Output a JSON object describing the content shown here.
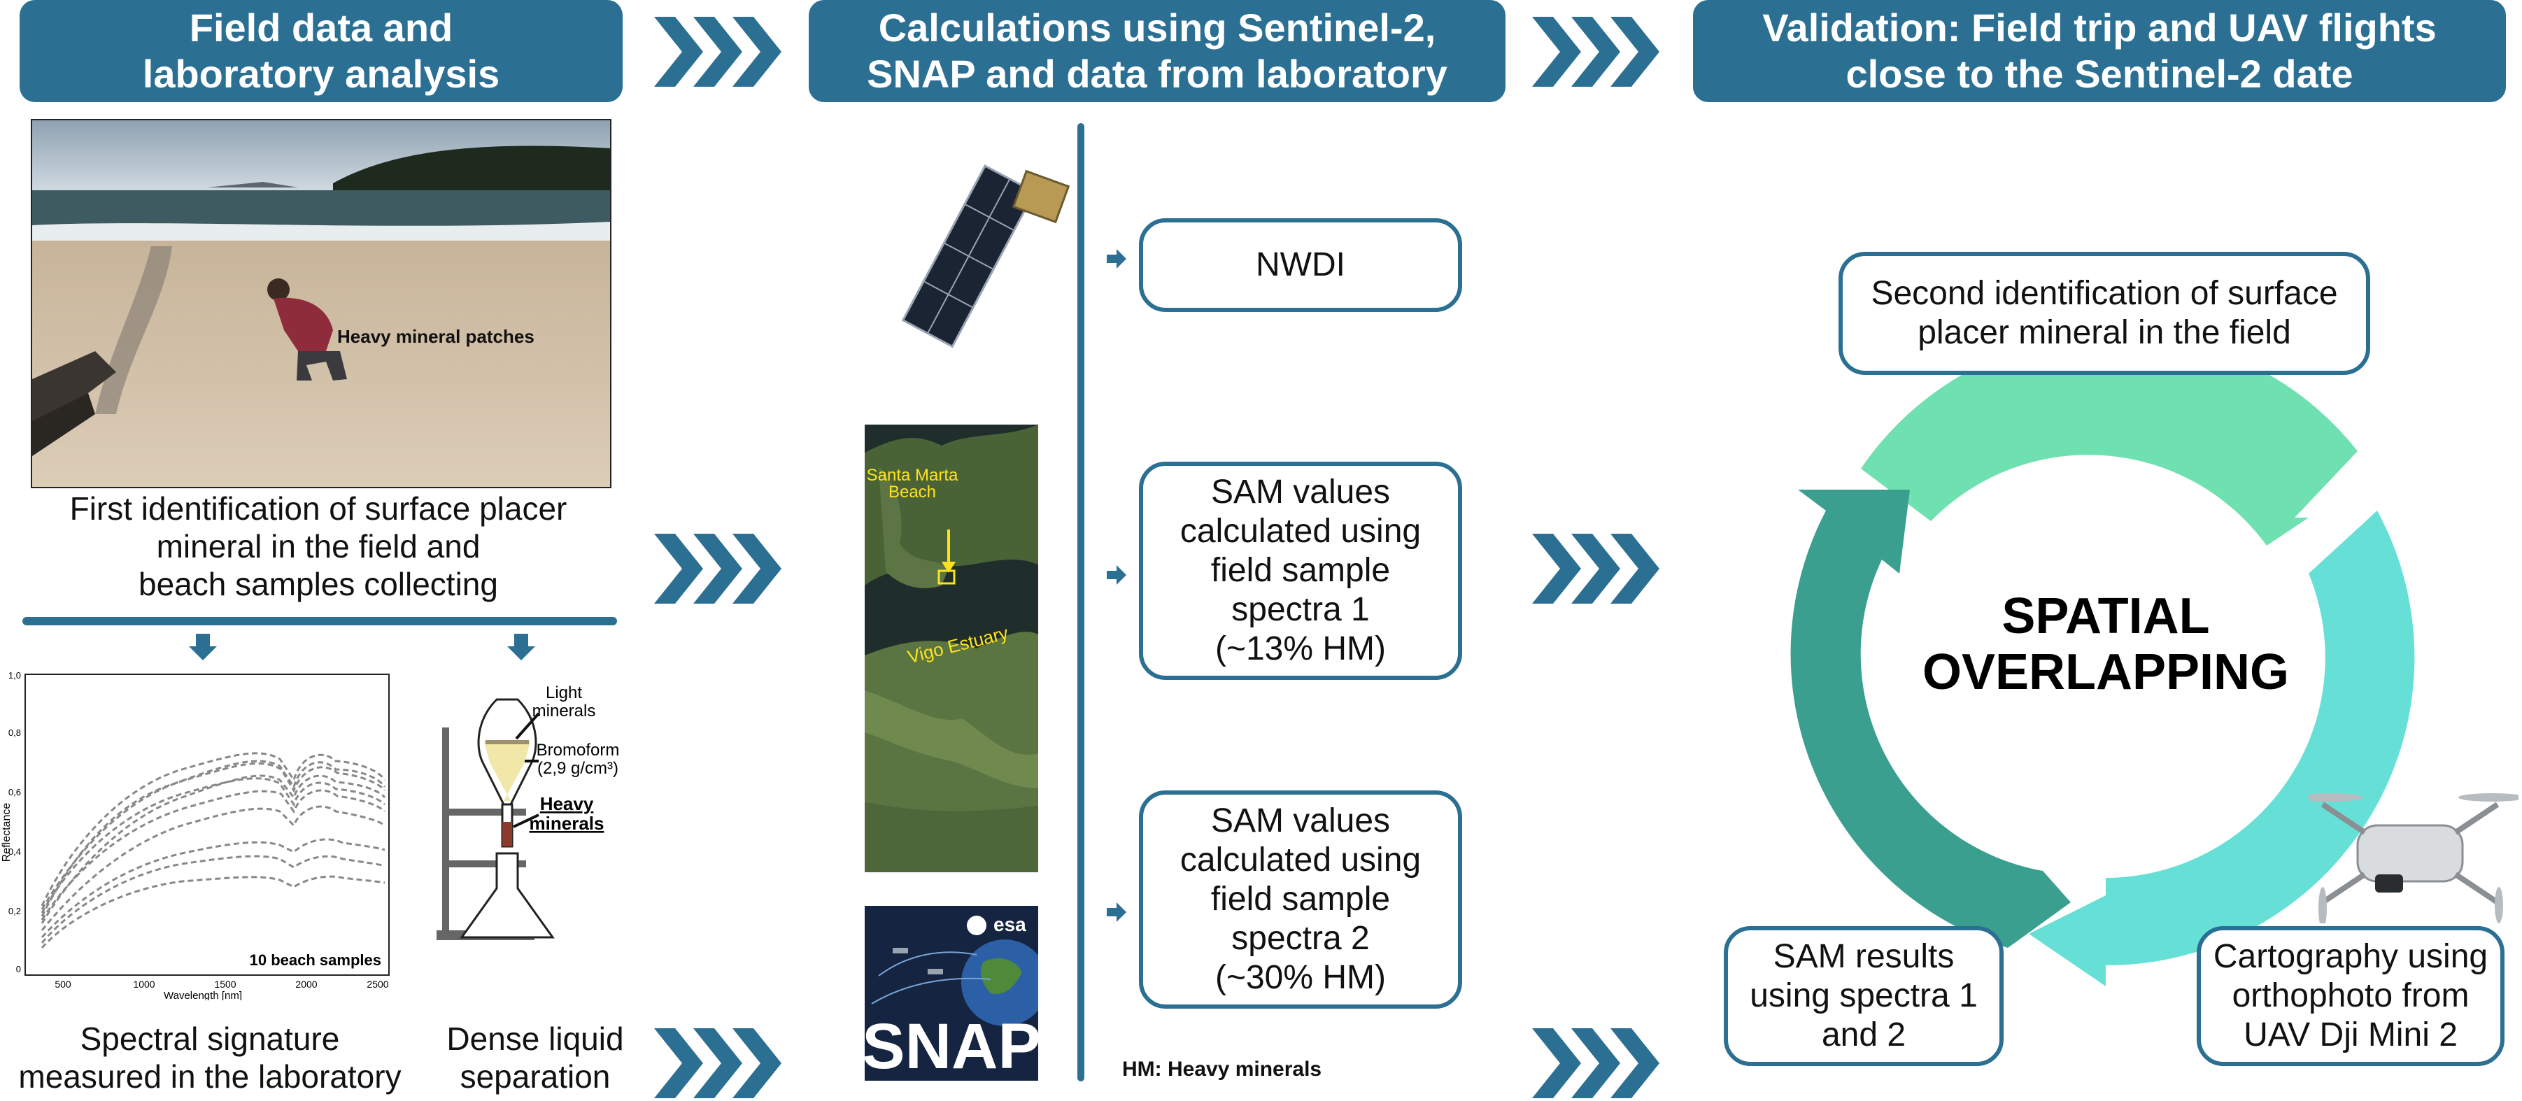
{
  "headers": {
    "col1": [
      "Field data and",
      "laboratory analysis"
    ],
    "col2": [
      "Calculations using Sentinel-2,",
      "SNAP and data from laboratory"
    ],
    "col3": [
      "Validation: Field trip and UAV flights",
      "close to the Sentinel-2 date"
    ]
  },
  "col1": {
    "photo_label": "Heavy mineral patches",
    "photo_caption": [
      "First identification of surface placer",
      "mineral in the field and",
      "beach samples collecting"
    ],
    "spectra": {
      "ylabel": "Reflectance",
      "xlabel": "Wavelength [nm]",
      "yticks": [
        "0",
        "0,2",
        "0,4",
        "0,6",
        "0,8",
        "1,0"
      ],
      "xticks": [
        "500",
        "1000",
        "1500",
        "2000",
        "2500"
      ],
      "samples_label": "10 beach samples"
    },
    "spectra_caption": [
      "Spectral signature",
      "measured in the laboratory"
    ],
    "separation": {
      "light": [
        "Light",
        "minerals"
      ],
      "bromoform": [
        "Bromoform",
        "(2,9 g/cm³)"
      ],
      "heavy": [
        "Heavy",
        "minerals"
      ]
    },
    "separation_caption": [
      "Dense liquid",
      "separation"
    ]
  },
  "col2": {
    "map": {
      "beach_label": [
        "Santa Marta",
        "Beach"
      ],
      "estuary_label": "Vigo Estuary"
    },
    "snap": {
      "esa": "esa",
      "title": "SNAP"
    },
    "boxes": {
      "nwdi": [
        "NWDI"
      ],
      "sam1": [
        "SAM values",
        "calculated using",
        "field sample",
        "spectra 1",
        "(~13% HM)"
      ],
      "sam2": [
        "SAM values",
        "calculated using",
        "field sample",
        "spectra 2",
        "(~30% HM)"
      ]
    },
    "footnote": "HM: Heavy minerals"
  },
  "col3": {
    "top_box": [
      "Second identification of surface",
      "placer mineral in the field"
    ],
    "center": [
      "SPATIAL",
      "OVERLAPPING"
    ],
    "left_box": [
      "SAM results",
      "using spectra 1",
      "and 2"
    ],
    "right_box": [
      "Cartography using",
      "orthophoto from",
      "UAV Dji Mini 2"
    ]
  },
  "colors": {
    "header": "#2b6f92",
    "cycle_top": "#6fe0b0",
    "cycle_right": "#66e0d6",
    "cycle_left": "#3a9f8f",
    "chevron": "#2b6f92"
  }
}
